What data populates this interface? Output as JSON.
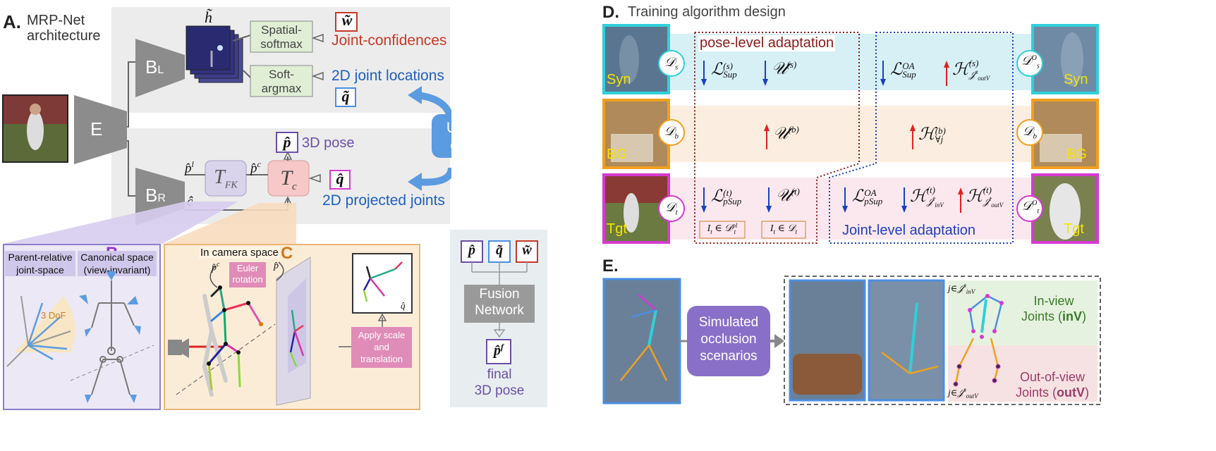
{
  "panelA": {
    "letter": "A.",
    "title1": "MRP-Net",
    "title2": "architecture",
    "h_tilde": "h̃",
    "encoder": "E",
    "bl": "B",
    "bl_sub": "L",
    "br": "B",
    "br_sub": "R",
    "spatial1": "Spatial-",
    "spatial2": "softmax",
    "soft1": "Soft-",
    "soft2": "argmax",
    "w_tilde": "w̃",
    "joint_conf": "Joint-confidences",
    "q_tilde": "q̃",
    "joint_loc": "2D joint locations",
    "uncert1": "Uncertainty",
    "uncert2": "estimation",
    "p_l": "p̂",
    "p_l_sup": "l",
    "c_hat": "ĉ",
    "tfk": "T",
    "tfk_sub": "FK",
    "p_c": "p̂",
    "p_c_sup": "c",
    "tc": "T",
    "tc_sub": "c",
    "p_hat": "p̂",
    "pose3d": "3D pose",
    "q_hat": "q̂",
    "proj": "2D projected joints"
  },
  "panelB": {
    "letter": "B",
    "parent1": "Parent-relative",
    "parent2": "joint-space",
    "canon1": "Canonical space",
    "canon2": "(view-invariant)",
    "dof": "3 DoF"
  },
  "panelC": {
    "letter": "C",
    "camspace": "In camera space",
    "pc": "p̂",
    "pc_sup": "c",
    "phat": "p̂",
    "euler1": "Euler",
    "euler2": "rotation",
    "qhat": "q̂",
    "apply1": "Apply scale",
    "apply2": "and",
    "apply3": "translation"
  },
  "fusion": {
    "p": "p̂",
    "q": "q̃",
    "w": "w̃",
    "net1": "Fusion",
    "net2": "Network",
    "pf": "p̂",
    "pf_sup": "f",
    "final1": "final",
    "final2": "3D pose"
  },
  "panelD": {
    "letter": "D.",
    "title": "Training algorithm design",
    "syn": "Syn",
    "bg": "BG",
    "tgt": "Tgt",
    "Ds": "𝒟",
    "Ds_sub": "s",
    "Db": "𝒟",
    "Db_sub": "b",
    "Dt": "𝒟",
    "Dt_sub": "t",
    "DsO": "𝒟",
    "DsO_sub": "s",
    "DsO_sup": "O",
    "DtO": "𝒟",
    "DtO_sub": "t",
    "DtO_sup": "O",
    "pose_level": "pose-level adaptation",
    "joint_level": "Joint-level adaptation",
    "r1_a": "ℒ",
    "r1_a_sup": "(s)",
    "r1_a_sub": "Sup",
    "r1_b": "𝒰",
    "r1_b_sup": "(s)",
    "r1_c": "ℒ",
    "r1_c_sup": "OA",
    "r1_c_sub": "Sup",
    "r1_d": "ℋ",
    "r1_d_sup": "(s)",
    "r1_d_sub": "𝒥",
    "r1_d_subsup": "s",
    "r1_d_subsub": "outV",
    "r2_a": "𝒰",
    "r2_a_sup": "(b)",
    "r2_b": "ℋ",
    "r2_b_sup": "(b)",
    "r2_b_sub": "∀j",
    "r3_a": "ℒ",
    "r3_a_sup": "(t)",
    "r3_a_sub": "pSup",
    "r3_b": "𝒰",
    "r3_b_sup": "(t)",
    "r3_c": "ℒ",
    "r3_c_sup": "OA",
    "r3_c_sub": "pSup",
    "r3_d": "ℋ",
    "r3_d_sup": "(t)",
    "r3_d_sub": "𝒥",
    "r3_d_subsup": "t",
    "r3_d_subsub": "inV",
    "r3_e": "ℋ",
    "r3_e_sup": "(t)",
    "r3_e_sub": "𝒥",
    "r3_e_subsup": "t",
    "r3_e_subsub": "outV",
    "box1": "I",
    "box1_sub": "t",
    "box1_mid": " ∈ 𝒟",
    "box1_sup": "pl",
    "box1_sub2": "t",
    "box2": "I",
    "box2_sub": "t",
    "box2_mid": " ∈ 𝒟",
    "box2_sub2": "t"
  },
  "panelE": {
    "letter": "E.",
    "sim1": "Simulated",
    "sim2": "occlusion",
    "sim3": "scenarios",
    "jin": "j∈𝒥",
    "jin_sup": "s",
    "jin_sub": "inV",
    "jout": "j∈𝒥",
    "jout_sup": "s",
    "jout_sub": "outV",
    "inview1": "In-view",
    "inview2": "Joints (",
    "inview3": "inV",
    "inview4": ")",
    "outview1": "Out-of-view",
    "outview2": "Joints (",
    "outview3": "outV",
    "outview4": ")"
  },
  "colors": {
    "accent_blue": "#1f5fbf",
    "accent_red": "#c43a2a",
    "purple": "#6b4fa6",
    "orange": "#c9802a",
    "cyan": "#2fd0d8",
    "magenta": "#d63ad0",
    "gold": "#f0a020"
  }
}
